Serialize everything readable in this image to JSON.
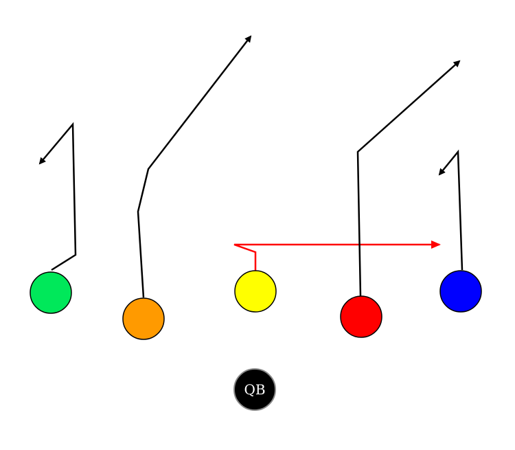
{
  "colors": {
    "background": "#ffffff",
    "route_default": "#000000",
    "route_highlight": "#ff0000"
  },
  "players": [
    {
      "id": "green",
      "fill": "#00e85a"
    },
    {
      "id": "orange",
      "fill": "#ff9a00"
    },
    {
      "id": "yellow",
      "fill": "#ffff00"
    },
    {
      "id": "red",
      "fill": "#ff0000"
    },
    {
      "id": "blue",
      "fill": "#0000ff"
    }
  ],
  "qb": {
    "label": "QB",
    "fill": "#000000",
    "text_color": "#ffffff"
  },
  "routes": [
    {
      "player": "green",
      "color": "#000000"
    },
    {
      "player": "orange",
      "color": "#000000"
    },
    {
      "player": "yellow",
      "color": "#ff0000"
    },
    {
      "player": "red",
      "color": "#000000"
    },
    {
      "player": "blue",
      "color": "#000000"
    }
  ]
}
